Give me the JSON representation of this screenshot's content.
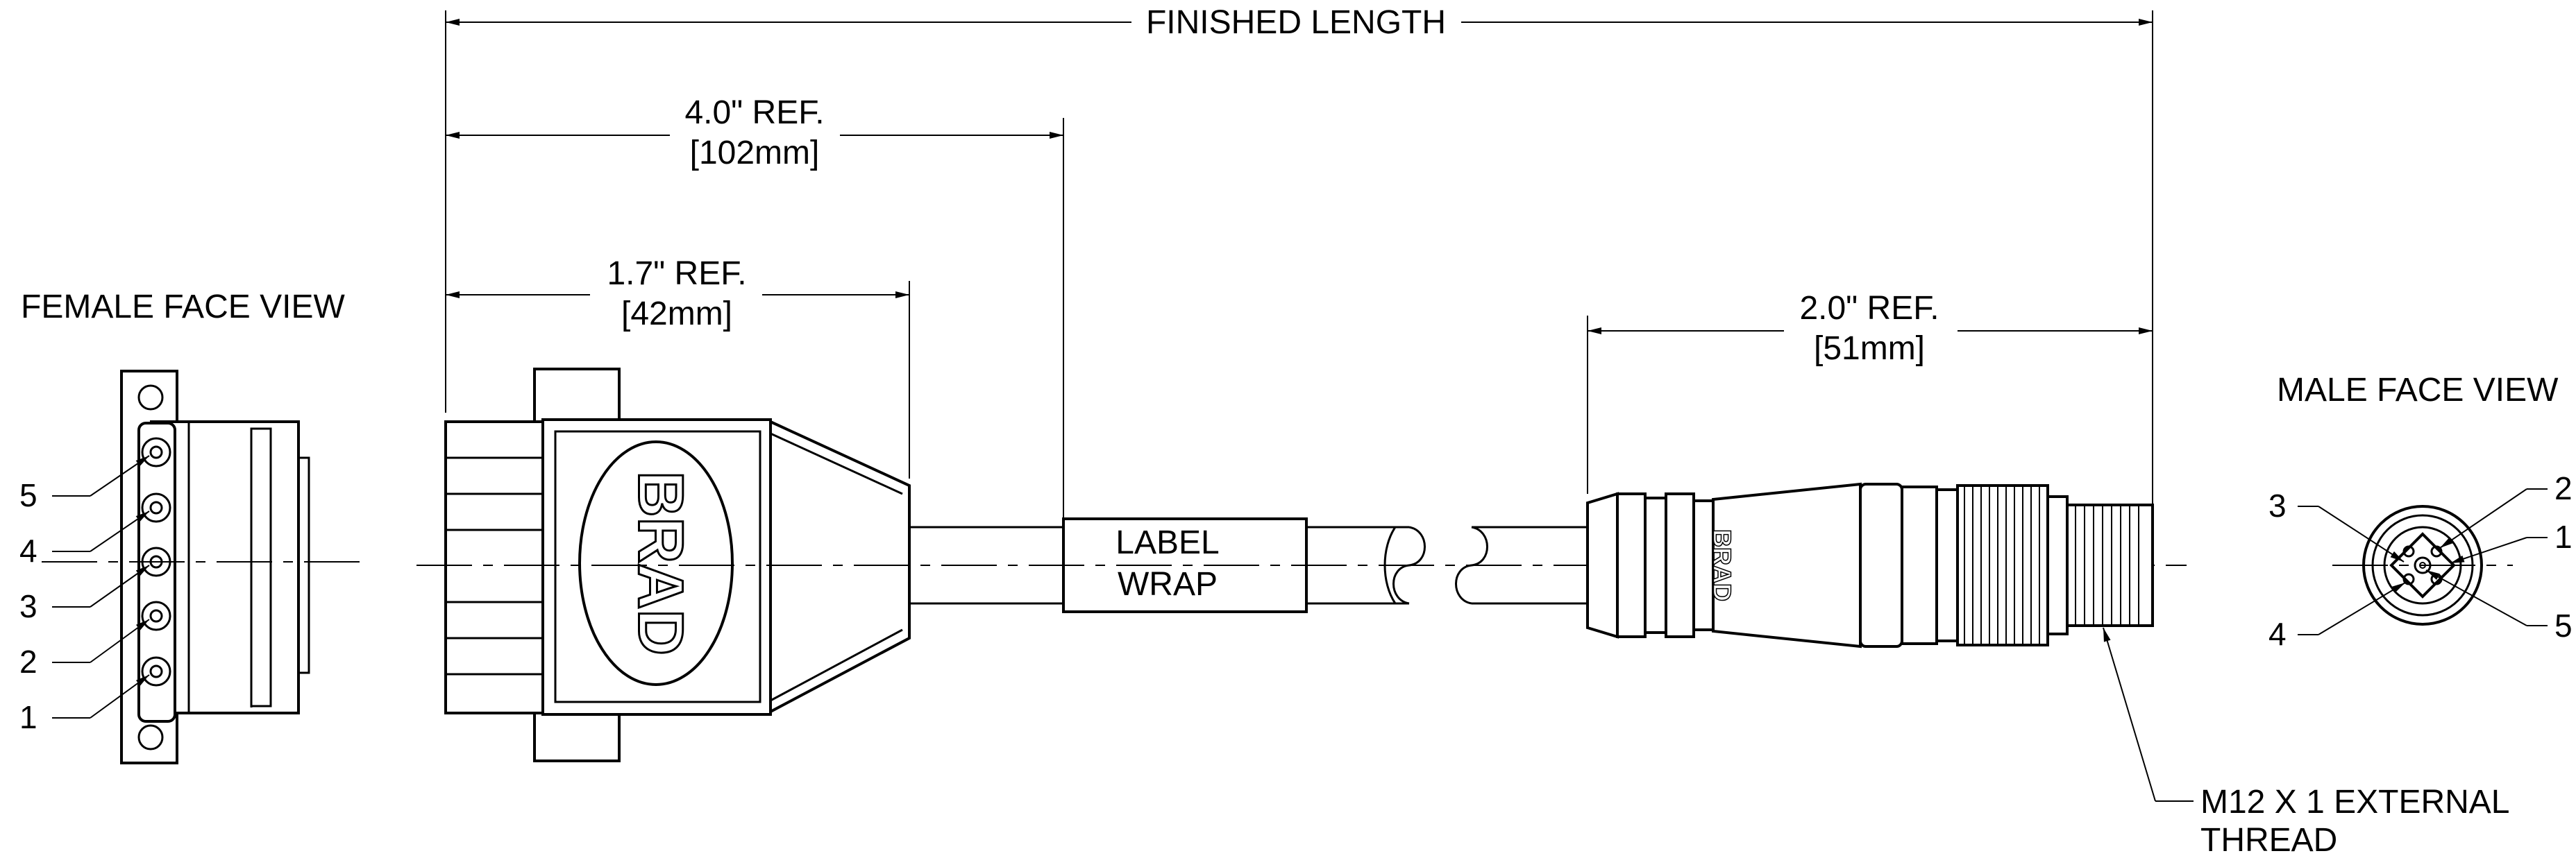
{
  "dimensions": {
    "finished_length": "FINISHED LENGTH",
    "ref_4in": "4.0\" REF.",
    "ref_4in_mm": "[102mm]",
    "ref_1_7in": "1.7\" REF.",
    "ref_1_7in_mm": "[42mm]",
    "ref_2in": "2.0\" REF.",
    "ref_2in_mm": "[51mm]"
  },
  "female_view": {
    "title": "FEMALE FACE VIEW",
    "pins": [
      "5",
      "4",
      "3",
      "2",
      "1"
    ]
  },
  "male_view": {
    "title": "MALE FACE VIEW",
    "pins": {
      "p1": "1",
      "p2": "2",
      "p3": "3",
      "p4": "4",
      "p5": "5"
    }
  },
  "label_wrap": {
    "line1": "LABEL",
    "line2": "WRAP"
  },
  "thread_note": {
    "line1": "M12 X 1 EXTERNAL",
    "line2": "THREAD"
  },
  "brand": "BRAD"
}
